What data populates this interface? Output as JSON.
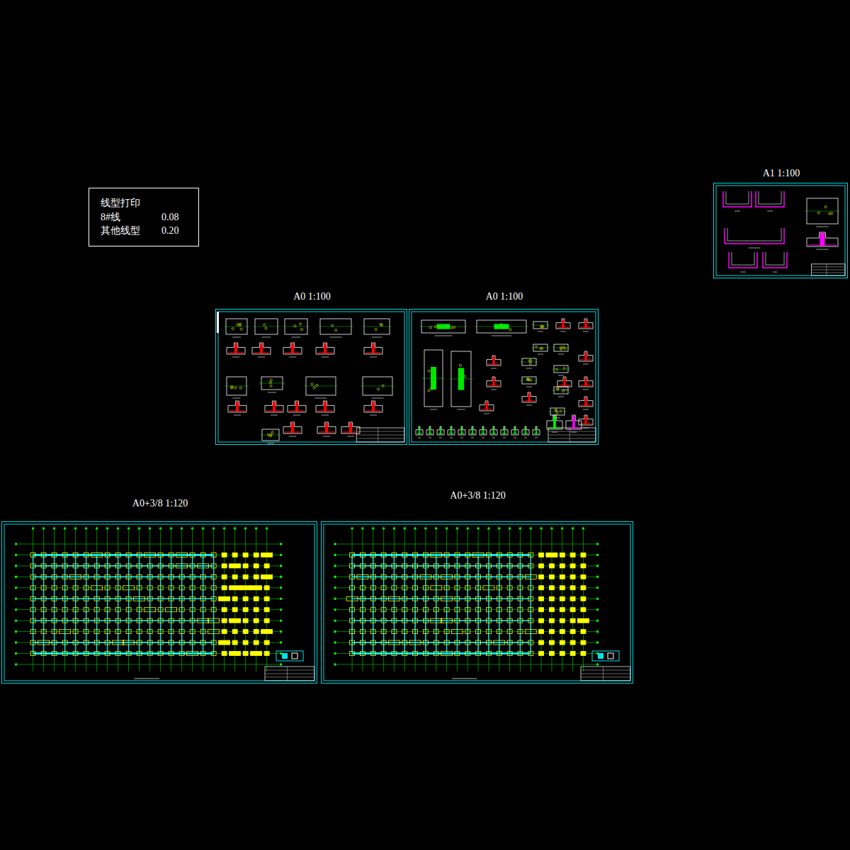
{
  "diagram": {
    "nodes": [
      {
        "text": [
          "线型打印",
          "8#线",
          "0.08",
          "其他线型",
          "0.20"
        ]
      },
      {
        "text": [
          "A1  1:100"
        ]
      },
      {
        "text": [
          "A0  1:100"
        ]
      },
      {
        "text": [
          "A0  1:100"
        ]
      },
      {
        "text": [
          "A0+3/8  1:120"
        ]
      },
      {
        "text": [
          "A0+3/8  1:120"
        ]
      }
    ]
  }
}
